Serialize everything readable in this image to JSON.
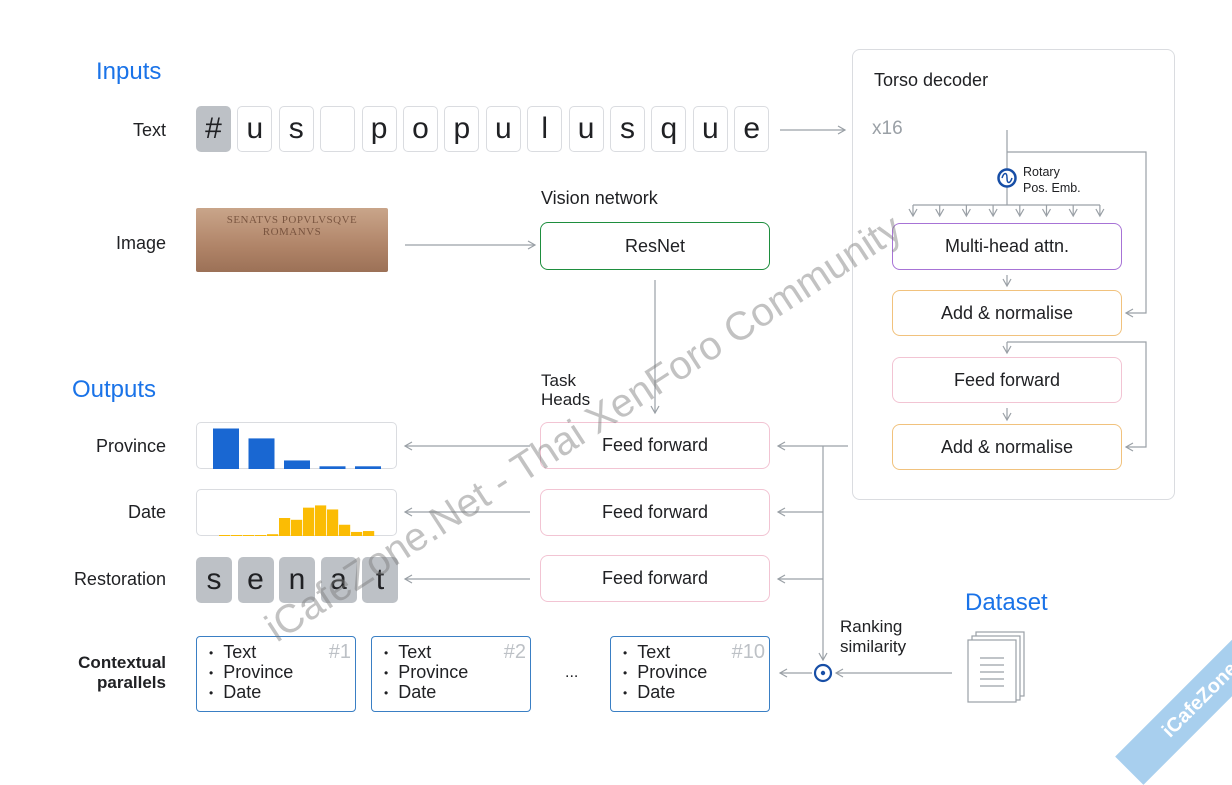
{
  "inputs": {
    "title": "Inputs",
    "text_label": "Text",
    "text_tokens": [
      "#",
      "u",
      "s",
      "",
      "p",
      "o",
      "p",
      "u",
      "l",
      "u",
      "s",
      "q",
      "u",
      "e"
    ],
    "image_label": "Image",
    "image_inscription": "SENATVS POPVLVSQVE ROMANVS"
  },
  "vision": {
    "title": "Vision network",
    "resnet": "ResNet"
  },
  "outputs": {
    "title": "Outputs",
    "task_heads": "Task\nHeads",
    "province_label": "Province",
    "date_label": "Date",
    "restoration_label": "Restoration",
    "restoration_tokens": [
      "s",
      "e",
      "n",
      "a",
      "t"
    ],
    "contextual_label": "Contextual\nparallels",
    "feed_forward": "Feed forward",
    "province_bars": [
      0.9,
      0.68,
      0.19,
      0.06,
      0.06
    ],
    "date_bars": [
      0.02,
      0.02,
      0.02,
      0.02,
      0.04,
      0.4,
      0.36,
      0.63,
      0.68,
      0.59,
      0.25,
      0.09,
      0.11
    ],
    "parallels": [
      {
        "num": "#1",
        "items": [
          "Text",
          "Province",
          "Date"
        ]
      },
      {
        "num": "#2",
        "items": [
          "Text",
          "Province",
          "Date"
        ]
      },
      {
        "num": "#10",
        "items": [
          "Text",
          "Province",
          "Date"
        ]
      }
    ],
    "ellipsis": "..."
  },
  "torso": {
    "title": "Torso decoder",
    "repeat": "x16",
    "rotary": "Rotary\nPos. Emb.",
    "mha": "Multi-head attn.",
    "addnorm1": "Add & normalise",
    "ff": "Feed forward",
    "addnorm2": "Add & normalise"
  },
  "dataset": {
    "title": "Dataset",
    "ranking": "Ranking\nsimilarity"
  },
  "watermark": {
    "text": "iCafeZone.Net - Thai XenForo Community",
    "corner": "iCafeZone"
  },
  "colors": {
    "blue": "#1a73e8",
    "bar_blue": "#1967d2",
    "bar_yellow": "#fbbc04",
    "navy": "#174ea6",
    "green": "#1e8e3e"
  }
}
